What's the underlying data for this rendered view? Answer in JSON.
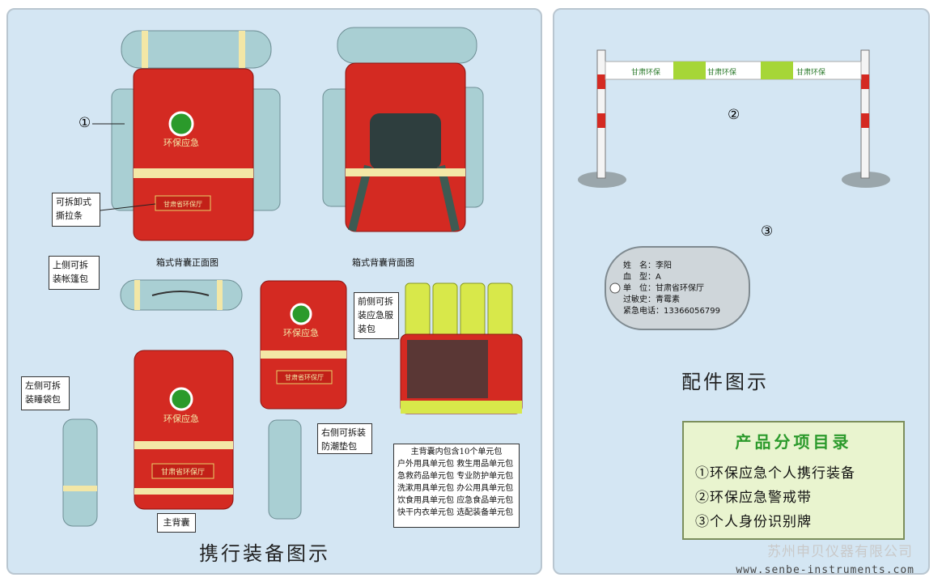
{
  "left": {
    "captions": {
      "front": "箱式背囊正面图",
      "back": "箱式背囊背面图",
      "main_bag": "主背囊"
    },
    "badge_text": "环保应急",
    "strip_text": "甘肃省环保厅",
    "callouts": {
      "detachable_strip": [
        "可拆卸式",
        "撕拉条"
      ],
      "top_tent": [
        "上侧可拆",
        "装帐篷包"
      ],
      "front_clothes": [
        "前侧可拆",
        "装应急服",
        "装包"
      ],
      "left_sleeping": [
        "左侧可拆",
        "装睡袋包"
      ],
      "right_moisture": [
        "右侧可拆装",
        "防潮垫包"
      ]
    },
    "inner_units": {
      "header": "主背囊内包含10个单元包",
      "rows": [
        [
          "户外用具单元包",
          "救生用品单元包"
        ],
        [
          "急救药品单元包",
          "专业防护单元包"
        ],
        [
          "洗漱用具单元包",
          "办公用具单元包"
        ],
        [
          "饮食用具单元包",
          "应急食品单元包"
        ],
        [
          "快干内衣单元包",
          "选配装备单元包"
        ]
      ]
    },
    "marker_1": "①",
    "title": "携行装备图示"
  },
  "right": {
    "marker_2": "②",
    "marker_3": "③",
    "tape_text": "甘肃环保",
    "tag": {
      "name": "姓　名：李阳",
      "blood": "血　型：A",
      "unit": "单　位：甘肃省环保厅",
      "allergy": "过敏史：青霉素",
      "phone": "紧急电话：13366056799"
    },
    "title": "配件图示"
  },
  "catalog": {
    "title": "产品分项目录",
    "items": [
      "①环保应急个人携行装备",
      "②环保应急警戒带",
      "③个人身份识别牌"
    ]
  },
  "footer": {
    "company": "苏州申贝仪器有限公司",
    "website": "www.senbe-instruments.com"
  },
  "colors": {
    "panel_bg": "#d4e6f3",
    "bag_red": "#d42a22",
    "accent_green": "#2b9a2b",
    "roll_gray": "#a9cfd3",
    "reflective": "#f3e7a6"
  }
}
